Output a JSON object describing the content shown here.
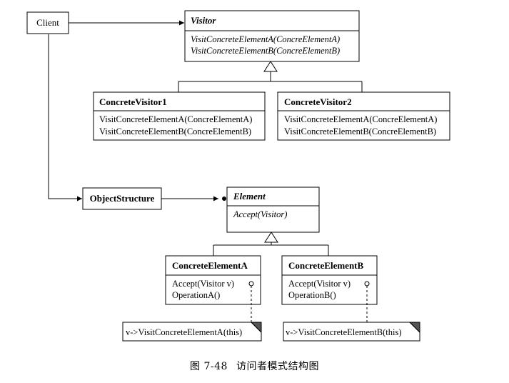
{
  "client": {
    "label": "Client"
  },
  "visitor": {
    "title": "Visitor",
    "methods": [
      "VisitConcreteElementA(ConcreElementA)",
      "VisitConcreteElementB(ConcreElementB)"
    ]
  },
  "concrete_visitor1": {
    "title": "ConcreteVisitor1",
    "methods": [
      "VisitConcreteElementA(ConcreElementA)",
      "VisitConcreteElementB(ConcreElementB)"
    ]
  },
  "concrete_visitor2": {
    "title": "ConcreteVisitor2",
    "methods": [
      "VisitConcreteElementA(ConcreElementA)",
      "VisitConcreteElementB(ConcreElementB)"
    ]
  },
  "object_structure": {
    "label": "ObjectStructure"
  },
  "element": {
    "title": "Element",
    "methods": [
      "Accept(Visitor)"
    ]
  },
  "concrete_element_a": {
    "title": "ConcreteElementA",
    "methods": [
      "Accept(Visitor v)",
      "OperationA()"
    ],
    "note": "v->VisitConcreteElementA(this)"
  },
  "concrete_element_b": {
    "title": "ConcreteElementB",
    "methods": [
      "Accept(Visitor v)",
      "OperationB()"
    ],
    "note": "v->VisitConcreteElementB(this)"
  },
  "caption": {
    "figure_number": "图 7-48",
    "title": "访问者模式结构图"
  }
}
